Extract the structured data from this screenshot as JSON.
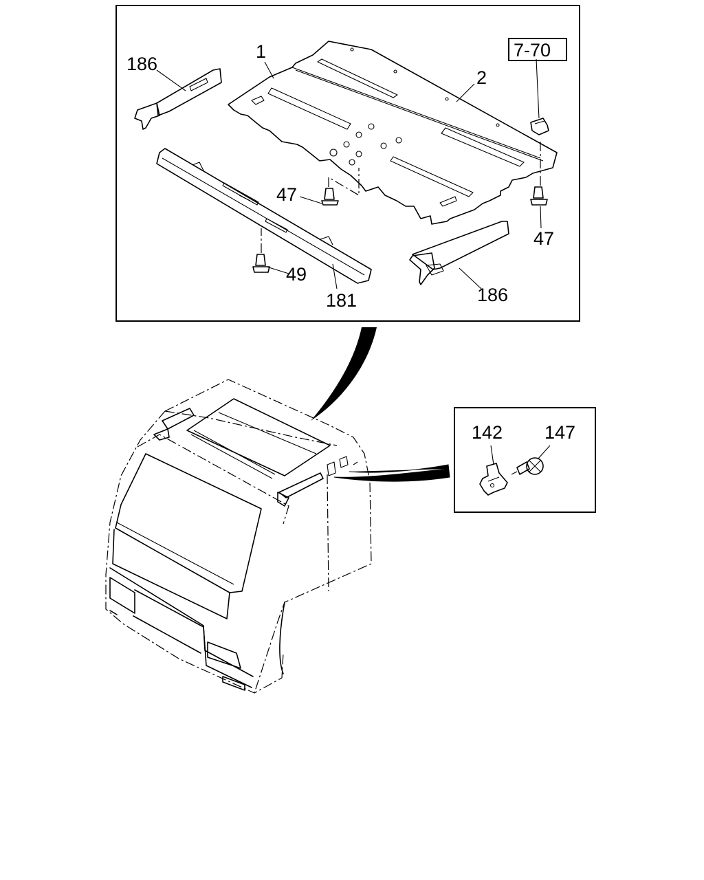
{
  "callouts": {
    "part_1": "1",
    "part_2": "2",
    "ref_7_70": "7-70",
    "part_186_left": "186",
    "part_186_right": "186",
    "part_47_center": "47",
    "part_47_right": "47",
    "part_49": "49",
    "part_181": "181",
    "part_142": "142",
    "part_147": "147"
  }
}
